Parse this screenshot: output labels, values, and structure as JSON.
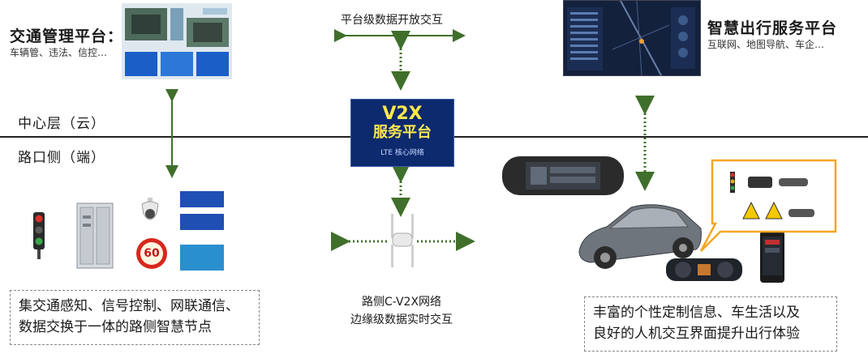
{
  "layers": {
    "cloud_label": "中心层（云）",
    "edge_label": "路口侧（端）"
  },
  "traffic_platform": {
    "title": "交通管理平台：",
    "subtitle": "车辆管、违法、信控…"
  },
  "smart_travel_platform": {
    "title": "智慧出行服务平台",
    "subtitle": "互联网、地图导航、车企…"
  },
  "platform_exchange_label": "平台级数据开放交互",
  "v2x_platform": {
    "line1": "V2X",
    "line2": "服务平台",
    "footer": "LTE 核心网络"
  },
  "road_network_caption": {
    "line1": "路侧C-V2X网络",
    "line2": "边缘级数据实时交互"
  },
  "roadside_note": {
    "line1": "集交通感知、信号控制、网联通信、",
    "line2": "数据交换于一体的路侧智慧节点"
  },
  "vehicle_note": {
    "line1": "丰富的个性定制信息、车生活以及",
    "line2": "良好的人机交互界面提升出行体验"
  },
  "speed_sign": "60",
  "colors": {
    "arrow_green": "#3f6f2b",
    "v2x_blue": "#0d2a6e",
    "v2x_text": "#ffe94d",
    "callout_orange": "#f5a623"
  }
}
